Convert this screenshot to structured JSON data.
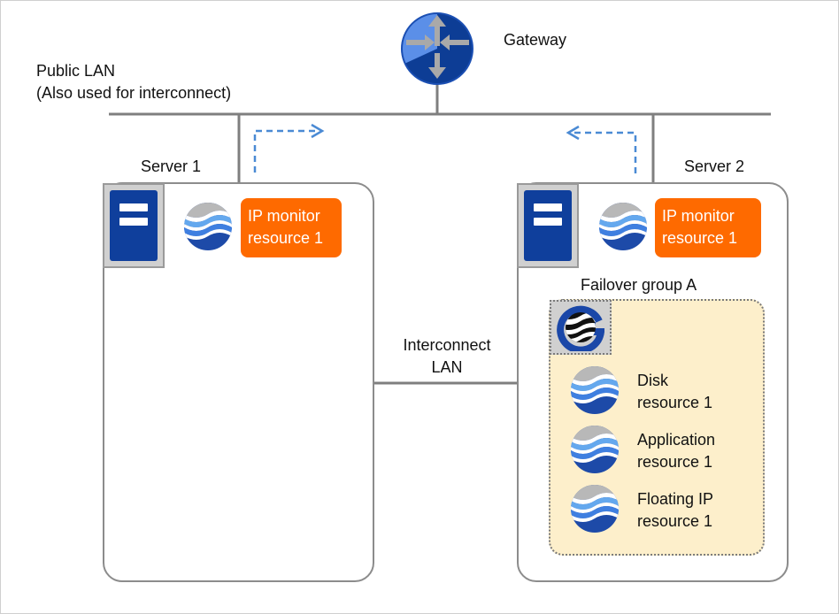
{
  "network": {
    "gateway_label": "Gateway",
    "public_lan_line1": "Public LAN",
    "public_lan_line2": "(Also used for interconnect)",
    "interconnect_line1": "Interconnect",
    "interconnect_line2": "LAN"
  },
  "server1": {
    "title": "Server 1",
    "monitor_line1": "IP monitor",
    "monitor_line2": "resource 1"
  },
  "server2": {
    "title": "Server 2",
    "monitor_line1": "IP monitor",
    "monitor_line2": "resource 1",
    "group": {
      "title": "Failover group A",
      "resources": [
        {
          "line1": "Disk",
          "line2": "resource 1"
        },
        {
          "line1": "Application",
          "line2": "resource 1"
        },
        {
          "line1": "Floating IP",
          "line2": "resource 1"
        }
      ]
    }
  },
  "colors": {
    "monitor_badge": "#fe6a00",
    "server_icon": "#0f3f9c",
    "group_fill": "#fdefcb",
    "arrow_dashed": "#4a8ad4",
    "gateway_outer": "#2e6fd6"
  }
}
